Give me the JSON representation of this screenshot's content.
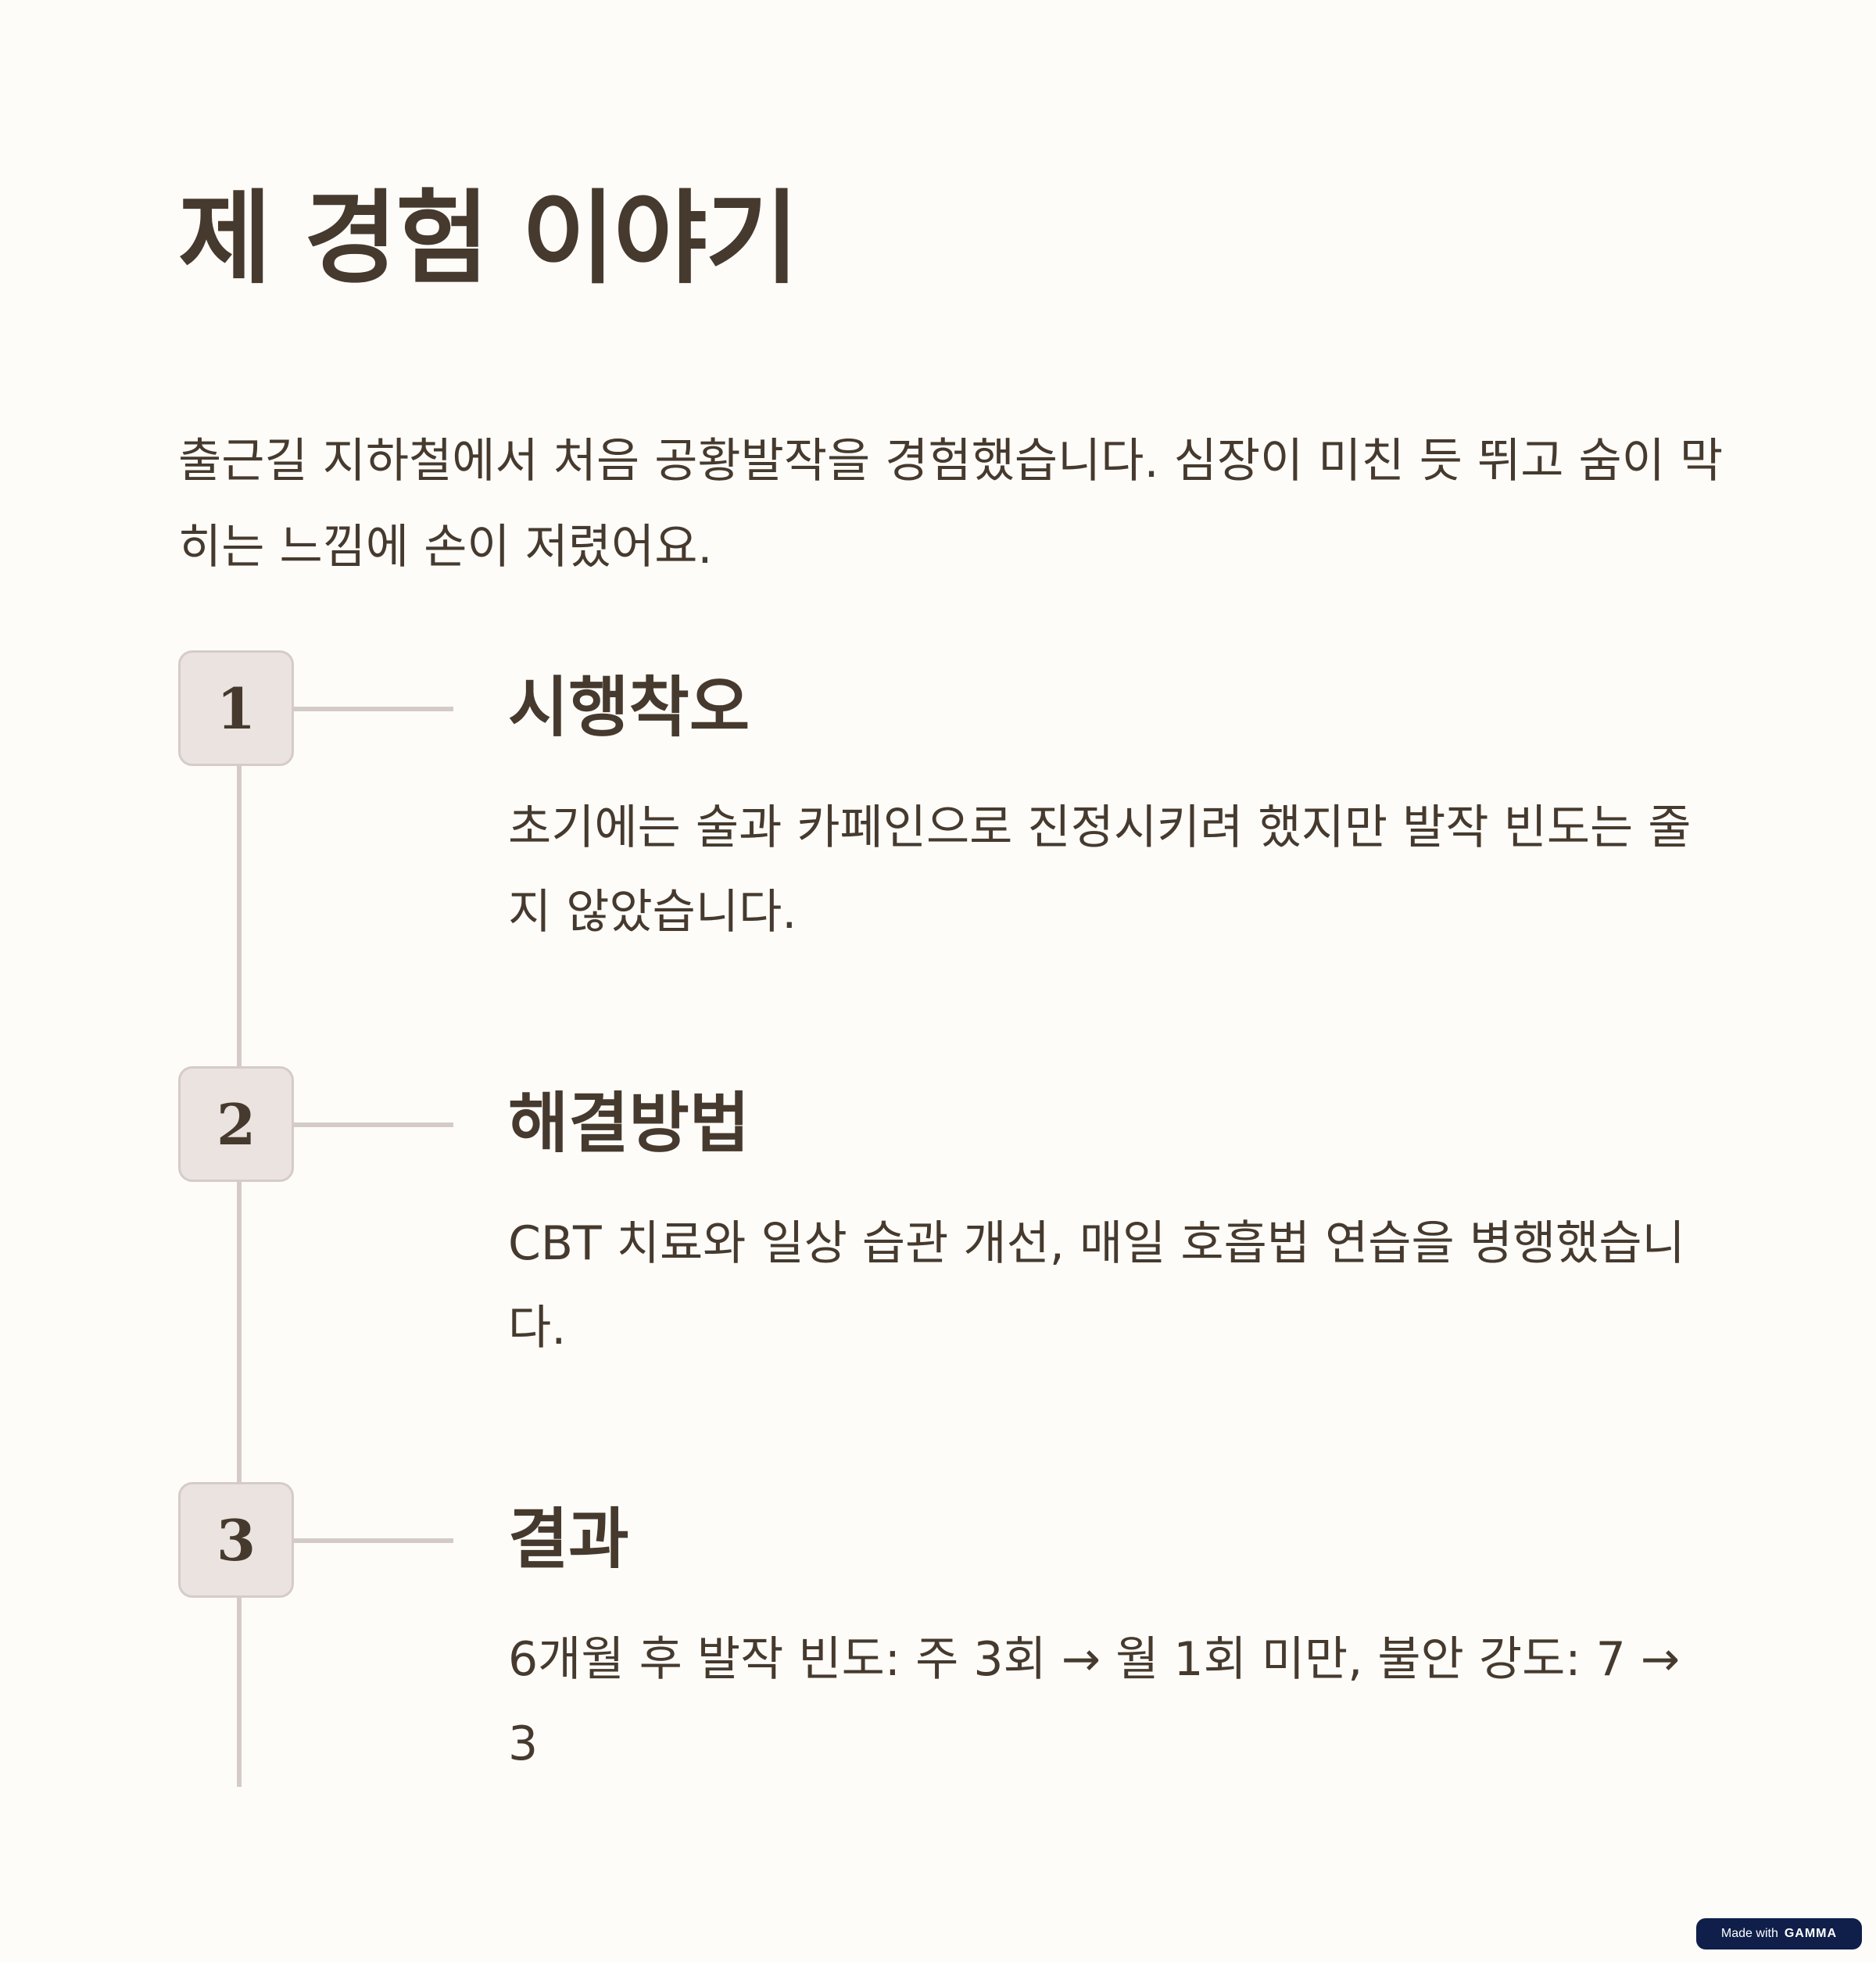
{
  "title": "제 경험 이야기",
  "intro": "출근길 지하철에서 처음 공황발작을 경험했습니다. 심장이 미친 듯 뛰고 숨이 막히는 느낌에 손이 저렸어요.",
  "steps": [
    {
      "number": "1",
      "title": "시행착오",
      "text": "초기에는 술과 카페인으로 진정시키려 했지만 발작 빈도는 줄지 않았습니다."
    },
    {
      "number": "2",
      "title": "해결방법",
      "text": "CBT 치료와 일상 습관 개선, 매일 호흡법 연습을 병행했습니다."
    },
    {
      "number": "3",
      "title": "결과",
      "text": "6개월 후 발작 빈도: 주 3회 → 월 1회 미만, 불안 강도: 7 → 3"
    }
  ],
  "footer": {
    "made_with": "Made with",
    "brand": "GAMMA"
  },
  "colors": {
    "background": "#fefcf9",
    "text": "#463a2e",
    "line": "#d4cbc7",
    "badge_fill": "#ebe3df",
    "footer_badge": "#0f1f4a"
  }
}
